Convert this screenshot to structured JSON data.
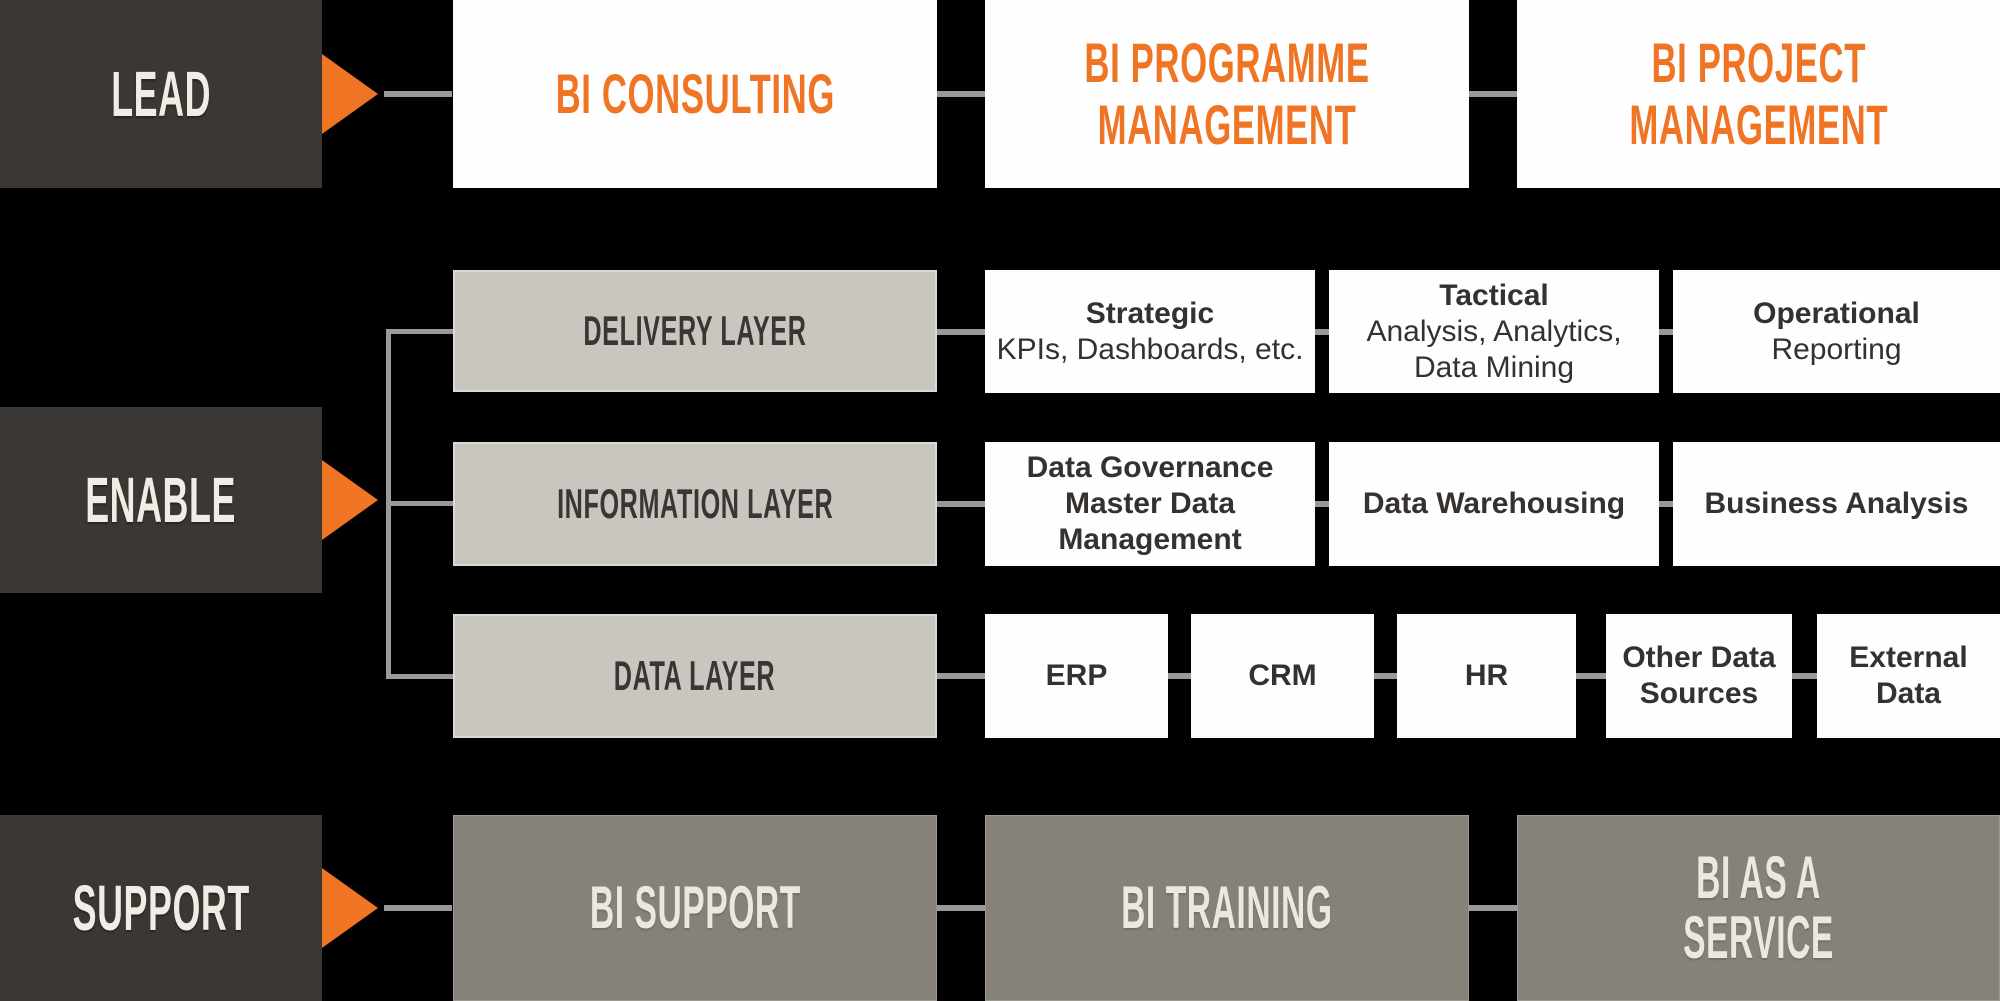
{
  "colors": {
    "orange": "#EF7424",
    "dark": "#3A3735",
    "layer-gray": "#C9C6C0",
    "support-gray": "#86827A",
    "connector": "#999999",
    "white-box": "#FEFEFE",
    "dark-text": "#34312F",
    "light-text": "#F1ECE4"
  },
  "lead_row": {
    "label": "LEAD",
    "boxes": [
      {
        "label": "BI CONSULTING"
      },
      {
        "label": "BI PROGRAMME\nMANAGEMENT"
      },
      {
        "label": "BI PROJECT\nMANAGEMENT"
      }
    ]
  },
  "enable_row": {
    "label": "ENABLE",
    "layers": [
      {
        "label": "DELIVERY LAYER",
        "items": [
          {
            "title": "Strategic",
            "subtitle": "KPIs, Dashboards, etc."
          },
          {
            "title": "Tactical",
            "subtitle": "Analysis, Analytics,\nData Mining"
          },
          {
            "title": "Operational",
            "subtitle": "Reporting"
          }
        ]
      },
      {
        "label": "INFORMATION LAYER",
        "items": [
          {
            "title": "Data Governance\nMaster Data\nManagement",
            "subtitle": ""
          },
          {
            "title": "Data Warehousing",
            "subtitle": ""
          },
          {
            "title": "Business Analysis",
            "subtitle": ""
          }
        ]
      },
      {
        "label": "DATA LAYER",
        "items": [
          {
            "title": "ERP",
            "subtitle": ""
          },
          {
            "title": "CRM",
            "subtitle": ""
          },
          {
            "title": "HR",
            "subtitle": ""
          },
          {
            "title": "Other Data\nSources",
            "subtitle": ""
          },
          {
            "title": "External\nData",
            "subtitle": ""
          }
        ]
      }
    ]
  },
  "support_row": {
    "label": "SUPPORT",
    "boxes": [
      {
        "label": "BI SUPPORT"
      },
      {
        "label": "BI TRAINING"
      },
      {
        "label": "BI AS A SERVICE"
      }
    ]
  }
}
